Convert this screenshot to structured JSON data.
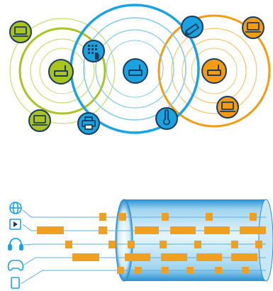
{
  "colors": {
    "green": "#a9c41f",
    "green_light": "#c9dc6a",
    "blue": "#1aa3e0",
    "blue_light": "#7cc9ee",
    "orange": "#f39c12",
    "orange_light": "#f7c46a",
    "navy": "#1b3a5c",
    "line": "#5aaee0",
    "packet": "#f0a020",
    "tube_light": "#dff1fb",
    "tube_mid": "#9fd4f0",
    "tube_edge": "#2a8fd0"
  },
  "wifi_diagram": {
    "access_points": [
      {
        "name": "green",
        "icon": "router-icon"
      },
      {
        "name": "blue",
        "icon": "router-icon"
      },
      {
        "name": "orange",
        "icon": "router-icon"
      }
    ],
    "devices": [
      {
        "icon": "laptop-icon",
        "network": "green"
      },
      {
        "icon": "laptop-icon",
        "network": "green"
      },
      {
        "icon": "keypad-icon",
        "network": "blue"
      },
      {
        "icon": "printer-icon",
        "network": "blue"
      },
      {
        "icon": "thermometer-icon",
        "network": "blue"
      },
      {
        "icon": "camera-icon",
        "network": "blue"
      },
      {
        "icon": "laptop-icon",
        "network": "orange"
      },
      {
        "icon": "laptop-icon",
        "network": "orange"
      }
    ]
  },
  "traffic_diagram": {
    "sources": [
      {
        "icon": "globe-icon"
      },
      {
        "icon": "video-play-icon"
      },
      {
        "icon": "headphones-icon"
      },
      {
        "icon": "gamepad-icon"
      },
      {
        "icon": "tablet-icon"
      }
    ],
    "flows": 5,
    "tube": "network-channel"
  }
}
